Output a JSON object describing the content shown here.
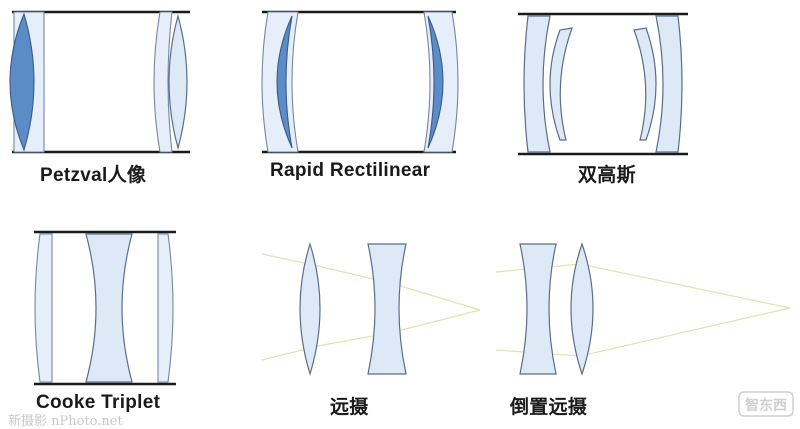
{
  "captions": {
    "petzval": "Petzval人像",
    "rapid": "Rapid Rectilinear",
    "double_gauss": "双高斯",
    "cooke": "Cooke Triplet",
    "telephoto": "远摄",
    "retrofocus": "倒置远摄"
  },
  "watermark": "新摄影 nPhoto.net",
  "logo_text": "智东西",
  "colors": {
    "lens_light": "#dde9f6",
    "lens_dark": "#5b8cc8",
    "barrel": "#1a1a1a",
    "ray": "#e8dfb0"
  }
}
